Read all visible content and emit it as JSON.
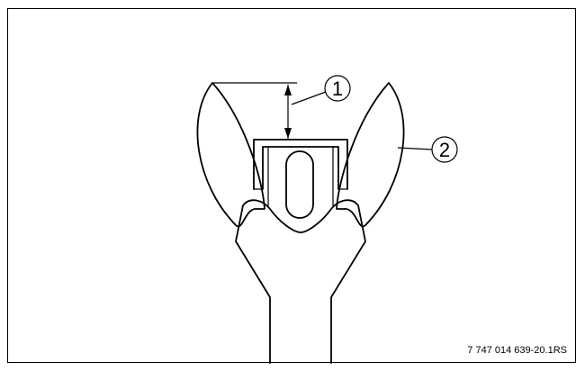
{
  "figure": {
    "callouts": [
      {
        "id": "callout-1",
        "label": "1"
      },
      {
        "id": "callout-2",
        "label": "2"
      }
    ],
    "document_number": "7 747 014 639-20.1RS"
  }
}
